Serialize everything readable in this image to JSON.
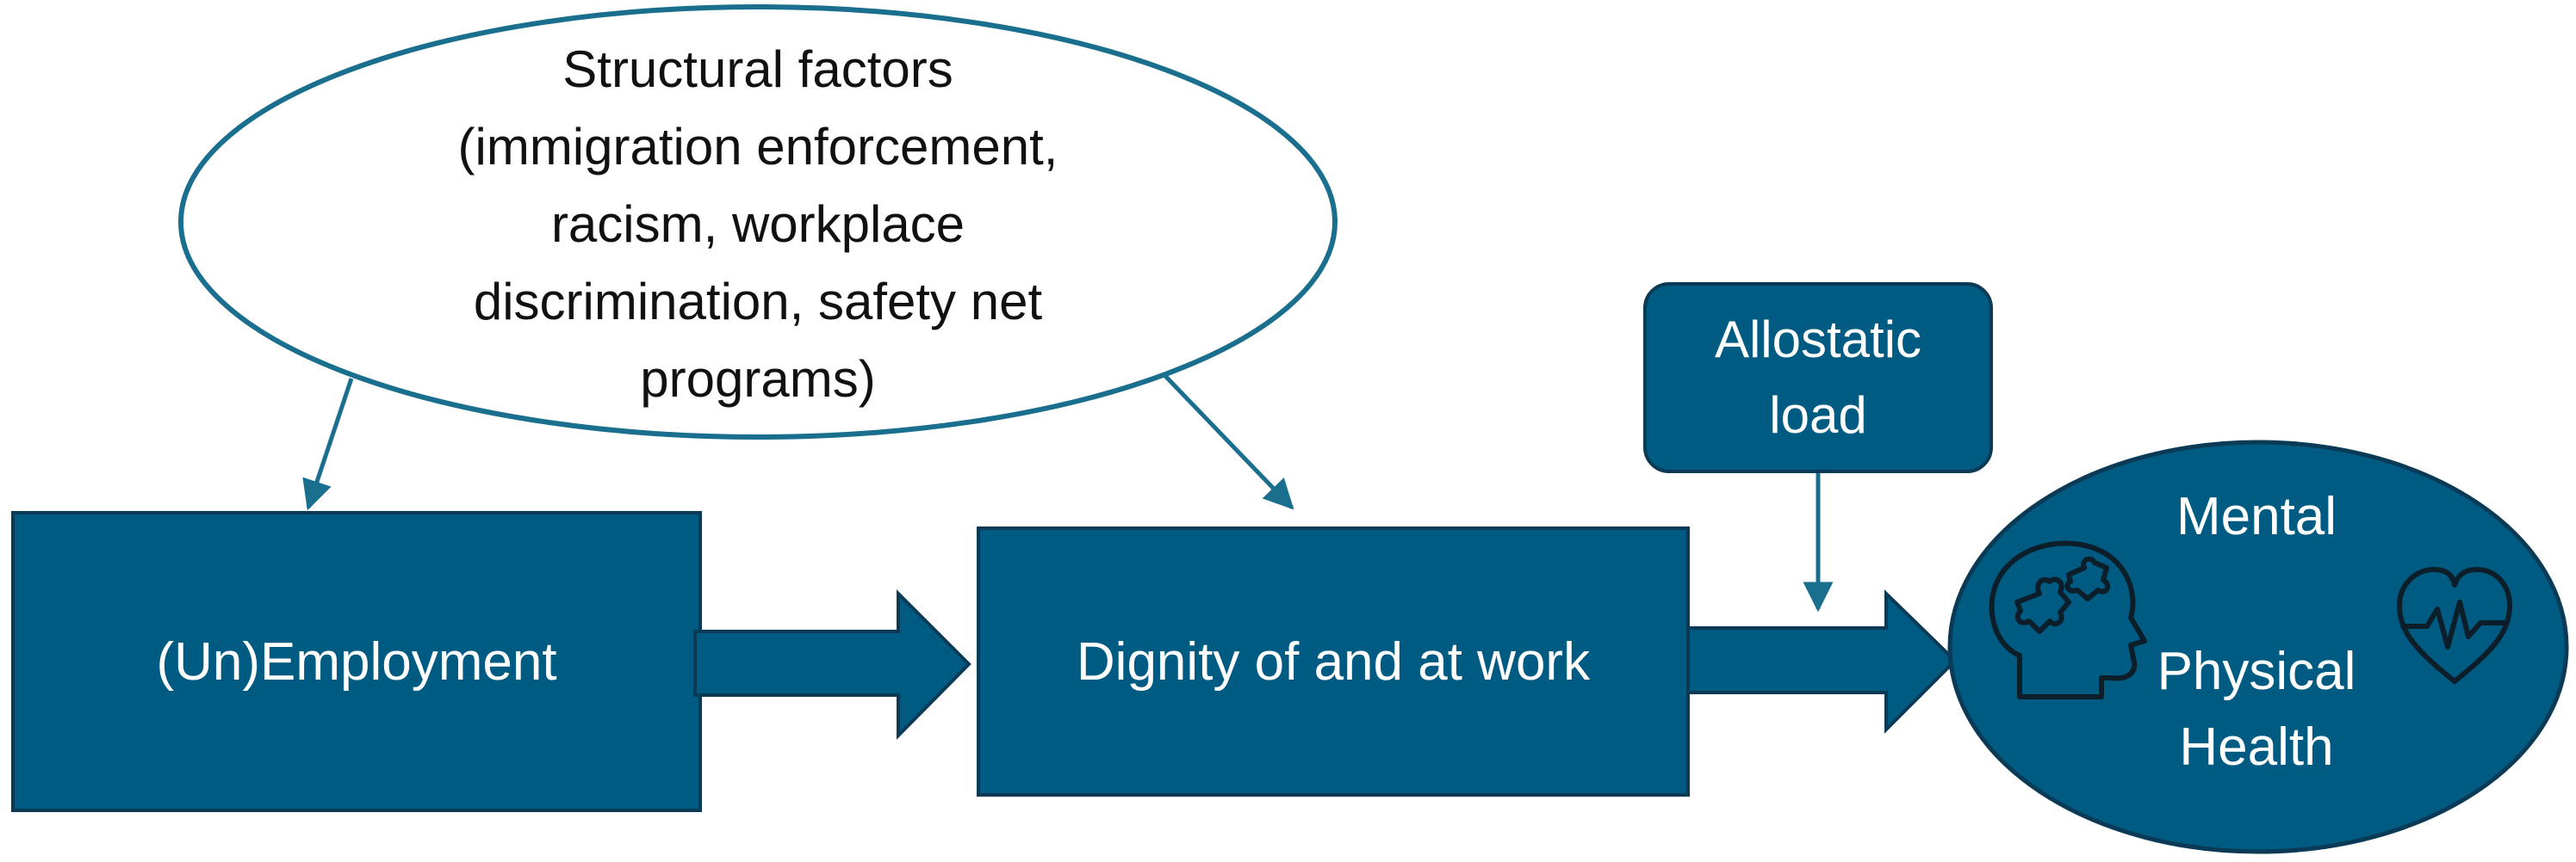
{
  "diagram": {
    "colors": {
      "fill": "#005B82",
      "stroke": "#0A3A55",
      "ellipse_outline": "#1A6F8E",
      "text_on_fill": "#FFFFFF",
      "text_dark": "#111111"
    },
    "structural": {
      "title": "Structural factors",
      "line2": "(immigration enforcement,",
      "line3": "racism, workplace",
      "line4": "discrimination, safety net",
      "line5": "programs)"
    },
    "employment": {
      "label": "(Un)Employment"
    },
    "dignity": {
      "label": "Dignity of and at work"
    },
    "allostatic": {
      "line1": "Allostatic",
      "line2": "load"
    },
    "health": {
      "line1": "Mental",
      "line2": "Physical",
      "line3": "Health",
      "icons": [
        "brain-puzzle-head-icon",
        "heart-pulse-icon"
      ]
    }
  }
}
